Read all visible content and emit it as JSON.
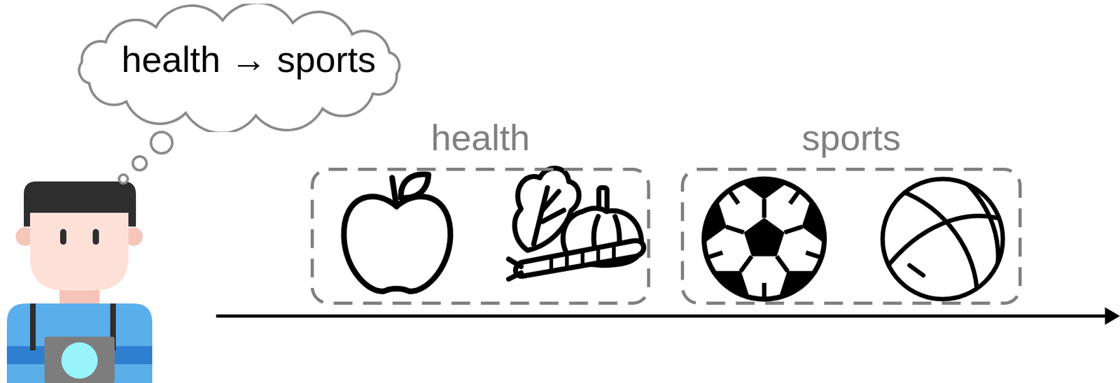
{
  "diagram": {
    "nodes": [
      {
        "text": [
          "health → sports"
        ]
      },
      {
        "text": [
          "health"
        ]
      },
      {
        "text": [
          "sports"
        ]
      }
    ]
  }
}
